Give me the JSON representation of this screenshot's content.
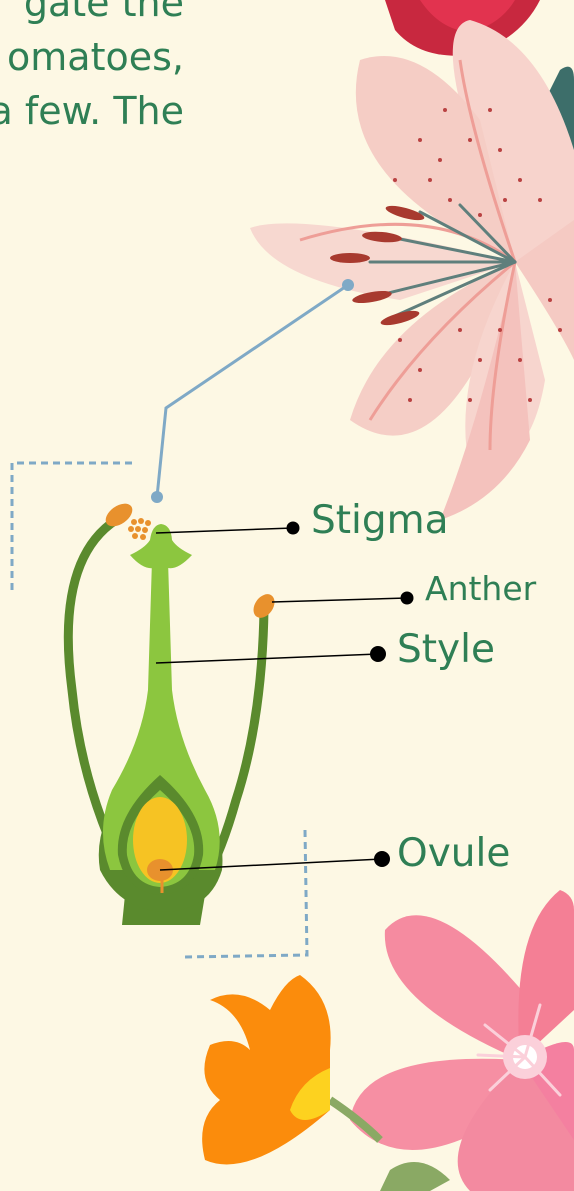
{
  "intro_text": {
    "line1": "gate  the",
    "line2": "omatoes,",
    "line3": "a few. The"
  },
  "labels": {
    "stigma": "Stigma",
    "anther": "Anther",
    "style": "Style",
    "ovule": "Ovule"
  },
  "colors": {
    "background": "#fdf8e4",
    "label_text": "#2f7f55",
    "leader_line": "#000000",
    "callout_line": "#7fa9c6",
    "stem_light_green": "#8cc63f",
    "stem_dark_green": "#5a8a2d",
    "ovary_yellow": "#f6c323",
    "anther_orange": "#e8912d",
    "lily_pink": "#f7d3cc",
    "hibiscus_pink": "#f58ba0",
    "marigold_orange": "#fb8c0c"
  },
  "icons": [
    "lily-flower",
    "hibiscus-flower",
    "orange-flower",
    "red-flower"
  ]
}
